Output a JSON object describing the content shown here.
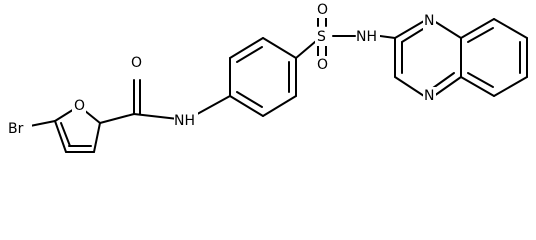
{
  "atoms": {
    "bromine": "Br",
    "furan_oxygen": "O",
    "carbonyl_oxygen": "O",
    "amide_nitrogen": "NH",
    "sulfur": "S",
    "sulfonyl_oxygen_top": "O",
    "sulfonyl_oxygen_bottom": "O",
    "sulfonamide_nitrogen": "NH",
    "quinoxaline_n_top": "N",
    "quinoxaline_n_bottom": "N"
  }
}
